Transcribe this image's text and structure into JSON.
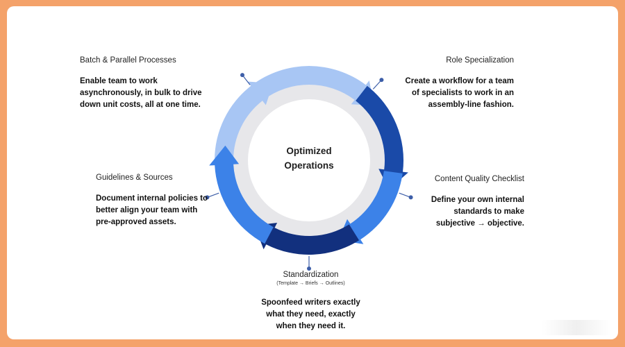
{
  "center": {
    "line1": "Optimized",
    "line2": "Operations"
  },
  "stages": {
    "batch": {
      "title": "Batch & Parallel Processes",
      "body": "Enable team to work asynchronously, in bulk to drive down unit costs, all at one time."
    },
    "role": {
      "title": "Role Specialization",
      "body": "Create a workflow for a team of specialists to work in an assembly-line fashion."
    },
    "quality": {
      "title": "Content Quality Checklist",
      "body": "Define your own internal standards to make subjective → objective."
    },
    "standardization": {
      "title": "Standardization",
      "subtitle": "(Template → Briefs → Outlines)",
      "body": "Spoonfeed writers exactly what they need, exactly when they need it."
    },
    "guidelines": {
      "title": "Guidelines & Sources",
      "body": "Document internal policies to better align your team with pre-approved assets."
    }
  },
  "colors": {
    "frame": "#f4a26a",
    "arrow_light": "#a8c6f4",
    "arrow_mid": "#3c82e8",
    "arrow_dark": "#1a4aa8",
    "arrow_navy": "#12307e",
    "inner_ring": "#e7e7ea",
    "tick": "#3d5ea8"
  }
}
